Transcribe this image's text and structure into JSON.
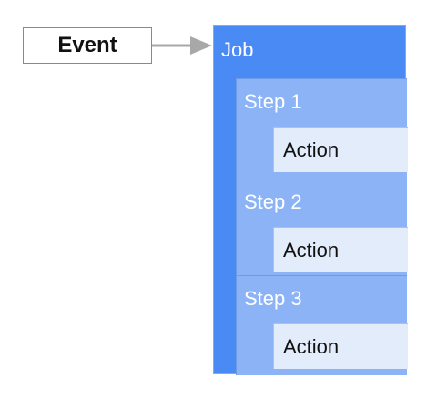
{
  "event": {
    "label": "Event"
  },
  "job": {
    "label": "Job"
  },
  "steps": [
    {
      "label": "Step 1",
      "action": "Action"
    },
    {
      "label": "Step 2",
      "action": "Action"
    },
    {
      "label": "Step 3",
      "action": "Action"
    }
  ],
  "colors": {
    "job": "#4a8af4",
    "step": "#8cb3f5",
    "action": "#e3ecfb",
    "arrow": "#a8a8a8"
  }
}
